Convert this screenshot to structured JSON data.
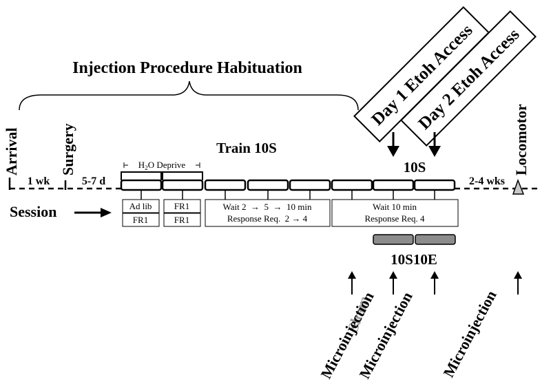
{
  "colors": {
    "ink": "#000000",
    "sham": "#9e9e9e",
    "bar_fill": "#8c8c8c",
    "loco_fill": "#c8c8c8"
  },
  "habituation": "Injection Procedure Habituation",
  "day1": "Day 1 Etoh Access",
  "day2": "Day 2 Etoh Access",
  "locomotor": "Locomotor",
  "arrival": "Arrival",
  "surgery": "Surgery",
  "one_wk": "1 wk",
  "five_seven_d": "5-7 d",
  "h2o_deprive": "H",
  "h2o_sub": "2",
  "h2o_rest": "O Deprive",
  "train": "Train 10S",
  "ten_s": "10S",
  "two_four_wks": "2-4 wks",
  "session": "Session",
  "box_adlib": "Ad lib",
  "box_fr1_a": "FR1",
  "box_fr1_b": "FR1",
  "box_fr1_c": "FR1",
  "wait_train_line1": "Wait 2  →  5  →  10 min",
  "wait_train_line2": "Response Req.  2 → 4",
  "wait_ten_line1": "Wait 10 min",
  "wait_ten_line2": "Response Req. 4",
  "ten_s_ten_e": "10S10E",
  "sham": "Sham",
  "micro1": "Microinjection",
  "micro2": "Microinjection",
  "micro3": "Microinjection"
}
